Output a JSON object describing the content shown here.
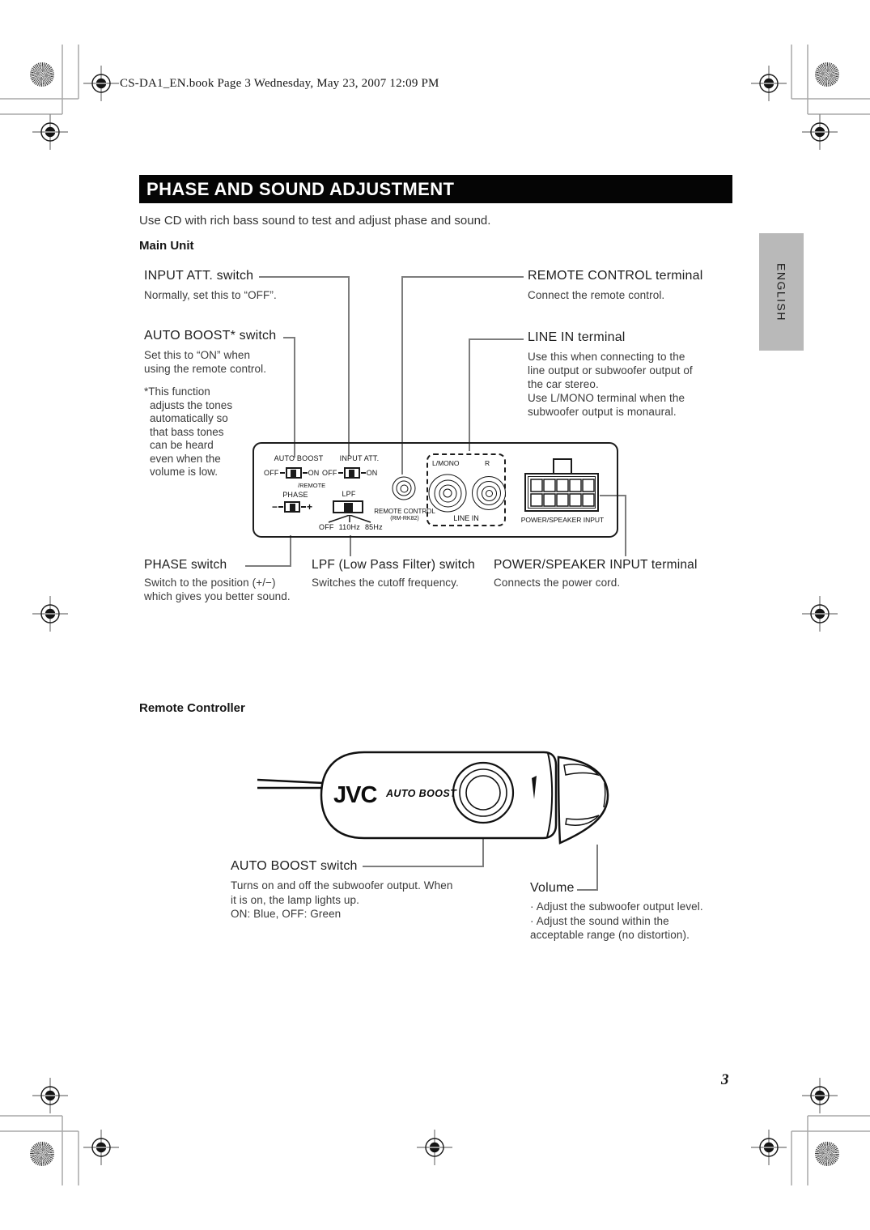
{
  "header": {
    "text": "CS-DA1_EN.book  Page 3  Wednesday, May 23, 2007  12:09 PM"
  },
  "sidebar": {
    "language": "ENGLISH"
  },
  "title": "PHASE AND SOUND ADJUSTMENT",
  "intro": "Use CD with rich bass sound to test and adjust phase and sound.",
  "main_unit": {
    "heading": "Main Unit",
    "input_att": {
      "label": "INPUT ATT. switch",
      "desc": "Normally, set this to “OFF”."
    },
    "remote_terminal": {
      "label": "REMOTE CONTROL terminal",
      "desc": "Connect the remote control."
    },
    "auto_boost": {
      "label": "AUTO BOOST* switch",
      "desc": "Set this to “ON” when\nusing the remote control."
    },
    "line_in": {
      "label": "LINE IN terminal",
      "desc": "Use this when connecting to the\nline output or subwoofer output of\nthe car stereo.\nUse L/MONO terminal when the\nsubwoofer output is monaural."
    },
    "footnote": "*This function\nadjusts the tones\nautomatically so\nthat bass tones\ncan be heard\neven when the\nvolume is low.",
    "phase": {
      "label": "PHASE switch",
      "desc": "Switch to the position (+/−)\nwhich gives you better sound."
    },
    "lpf": {
      "label": "LPF (Low Pass Filter) switch",
      "desc": "Switches the cutoff frequency."
    },
    "power": {
      "label": "POWER/SPEAKER INPUT terminal",
      "desc": "Connects the power cord."
    }
  },
  "panel": {
    "auto_boost": "AUTO BOOST",
    "input_att": "INPUT ATT.",
    "off": "OFF",
    "on": "ON",
    "remote": "/REMOTE",
    "phase": "PHASE",
    "minus": "−",
    "plus": "+",
    "lpf": "LPF",
    "lpf_off": "OFF",
    "lpf_110": "110Hz",
    "lpf_85": "85Hz",
    "remote_control": "REMOTE CONTROL",
    "remote_model": "(RM-RK82)",
    "l_mono": "L/MONO",
    "r": "R",
    "line_in": "LINE IN",
    "power": "POWER/SPEAKER INPUT"
  },
  "remote": {
    "heading": "Remote Controller",
    "brand": "JVC",
    "print": "AUTO BOOST",
    "switch": {
      "label": "AUTO BOOST switch",
      "desc": "Turns on and off the subwoofer output. When\nit is on, the lamp lights up.\nON: Blue, OFF: Green"
    },
    "volume": {
      "label": "Volume",
      "desc": "· Adjust the subwoofer output level.\n· Adjust the sound within the\n   acceptable range (no distortion)."
    }
  },
  "page_number": "3"
}
